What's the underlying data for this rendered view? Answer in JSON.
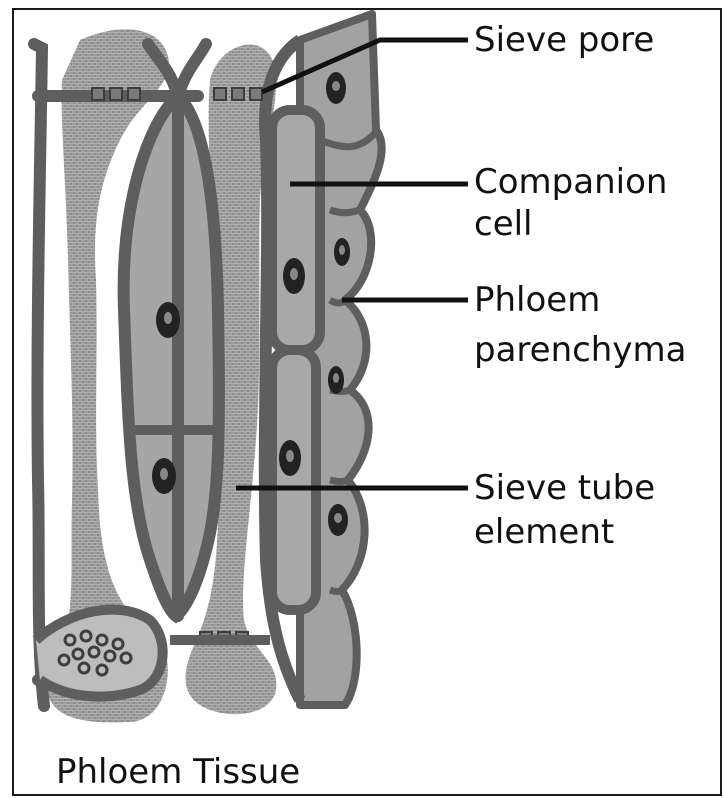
{
  "diagram": {
    "caption": "Phloem Tissue",
    "labels": {
      "sieve_pore": "Sieve pore",
      "companion_cell_line1": "Companion",
      "companion_cell_line2": "cell",
      "phloem_parenchyma_line1": "Phloem",
      "phloem_parenchyma_line2": "parenchyma",
      "sieve_tube_line1": "Sieve tube",
      "sieve_tube_line2": "element"
    }
  },
  "colors": {
    "outline": "#5e5e5e",
    "cell_fill": "#a9a9a9",
    "texture_fill": "#9b9b9b",
    "nucleus": "#222222",
    "leader_line": "#111111"
  }
}
